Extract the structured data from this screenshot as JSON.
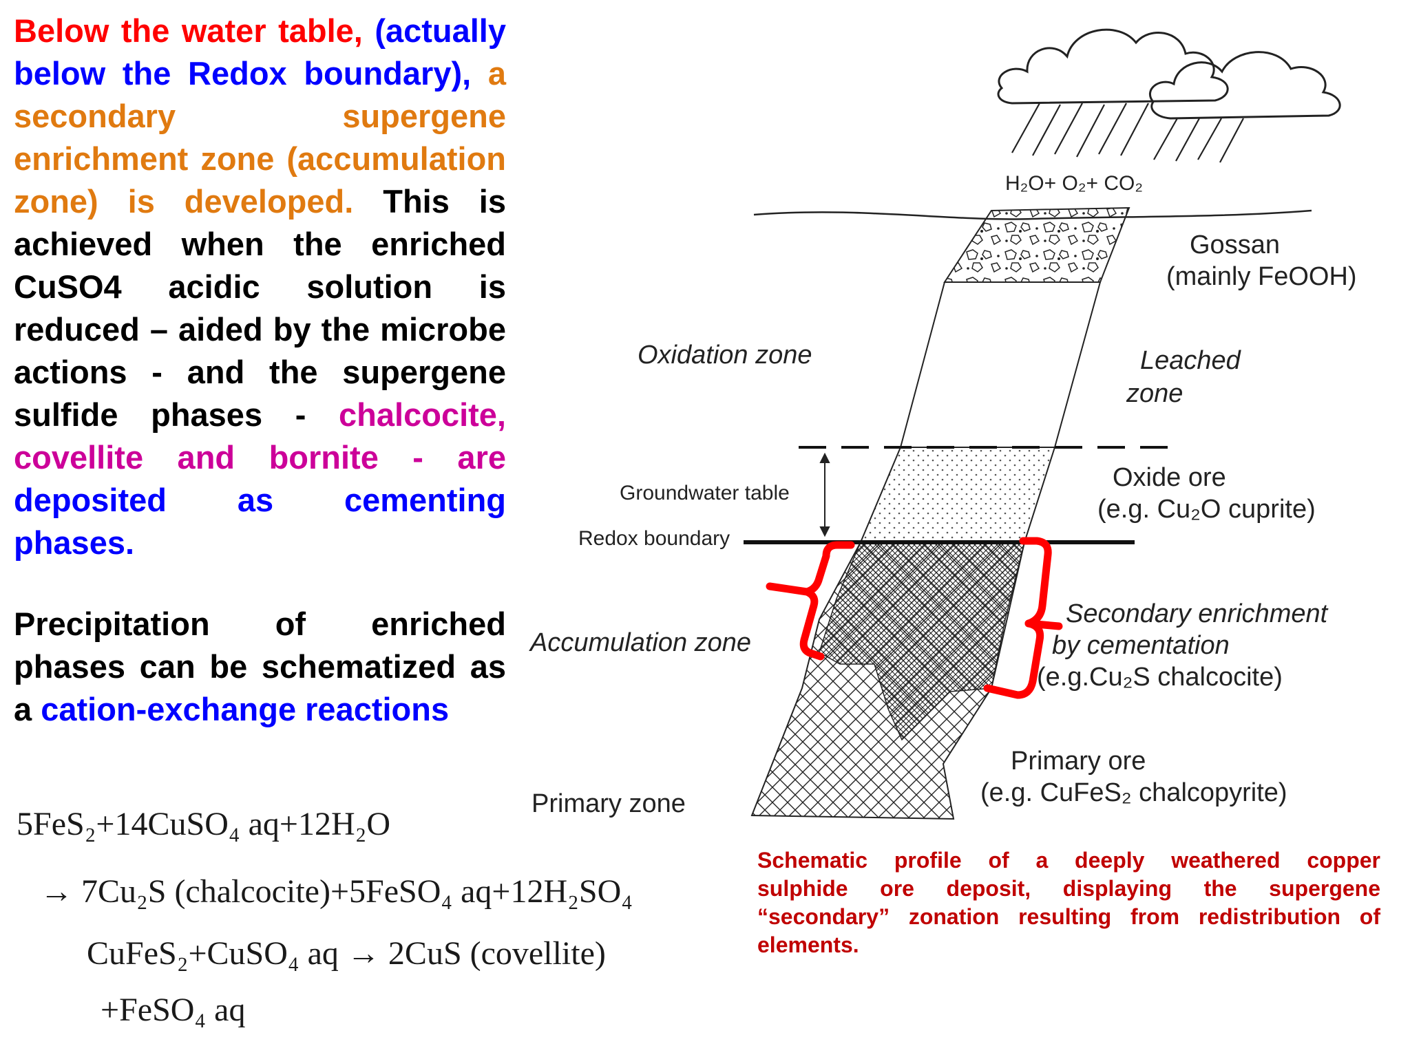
{
  "paragraph1": {
    "seg1": "Below the water table,",
    "seg2": "(actually below the Redox boundary),",
    "seg3": "a secondary supergene enrichment zone (accumulation zone) is developed.",
    "seg4": "This is achieved when the enriched CuSO4 acidic solution is reduced – aided by the microbe actions - and the supergene sulfide phases -",
    "seg5": "chalcocite, covellite and bornite - are",
    "seg6": "deposited as cementing phases."
  },
  "paragraph2": {
    "seg1": "Precipitation of enriched phases can be schematized as a",
    "seg2": "cation-exchange reactions"
  },
  "equations": {
    "eq1": "5FeS₂+14CuSO₄ aq+12H₂O",
    "eq2": "→ 7Cu₂S (chalcocite)+5FeSO₄ aq+12H₂SO₄",
    "eq3": "CuFeS₂+CuSO₄ aq → 2CuS (covellite)",
    "eq4": "+FeSO₄ aq"
  },
  "diagram": {
    "rain_label": "H₂O+ O₂+ CO₂",
    "gossan": "Gossan",
    "gossan_sub": "(mainly FeOOH)",
    "oxidation_zone": "Oxidation zone",
    "leached_1": "Leached",
    "leached_2": "zone",
    "groundwater_table": "Groundwater table",
    "redox_boundary": "Redox boundary",
    "oxide_ore": "Oxide ore",
    "oxide_ore_sub": "(e.g. Cu₂O  cuprite)",
    "accumulation_zone": "Accumulation zone",
    "secondary_1": "Secondary enrichment",
    "secondary_2": "by cementation",
    "secondary_3": "(e.g.Cu₂S  chalcocite)",
    "primary_zone": "Primary zone",
    "primary_ore": "Primary ore",
    "primary_ore_sub": "(e.g. CuFeS₂ chalcopyrite)"
  },
  "caption": {
    "line1": "Schematic profile of a deeply weathered copper",
    "line2": "sulphide ore deposit, displaying the supergene",
    "line3": "“secondary” zonation resulting from redistribution of",
    "line4": "elements."
  },
  "colors": {
    "red": "#ff0000",
    "blue": "#0000ff",
    "orange": "#e07a10",
    "magenta": "#cc0099",
    "caption_red": "#c00000"
  }
}
